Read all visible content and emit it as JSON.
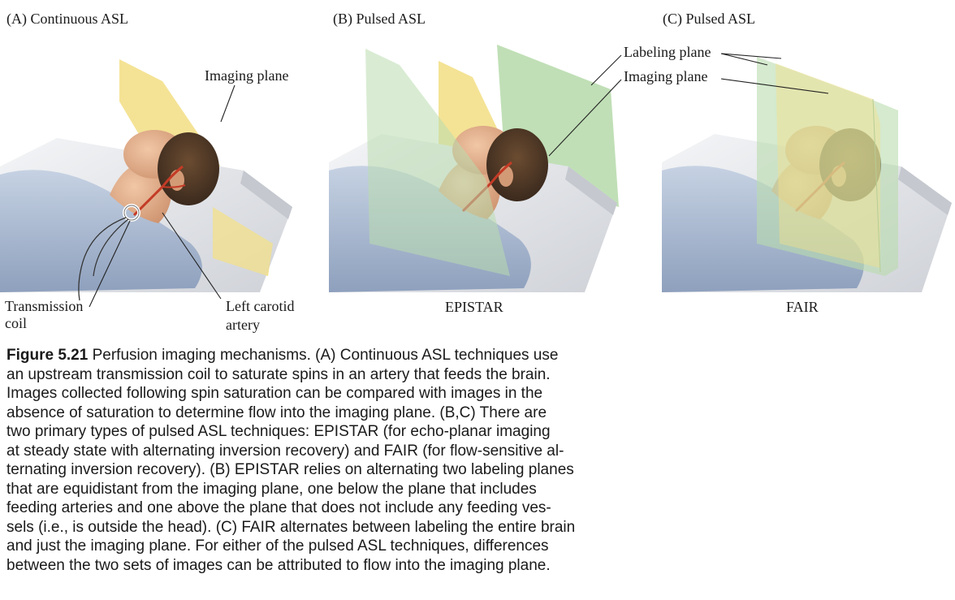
{
  "panels": [
    {
      "heading": "(A) Continuous ASL",
      "method": ""
    },
    {
      "heading": "(B) Pulsed ASL",
      "method": "EPISTAR"
    },
    {
      "heading": "(C) Pulsed ASL",
      "method": "FAIR"
    }
  ],
  "labels": {
    "imaging_plane_a": "Imaging plane",
    "transmission_coil": [
      "Transmission",
      "coil"
    ],
    "left_carotid_artery": [
      "Left carotid",
      "artery"
    ],
    "labeling_plane_c": "Labeling plane",
    "imaging_plane_c": "Imaging plane"
  },
  "caption": {
    "title": "Figure 5.21",
    "lines": [
      " Perfusion imaging mechanisms. (A) Continuous ASL techniques use",
      "an upstream transmission coil to saturate spins in an artery that feeds the brain.",
      "Images collected following spin saturation can be compared with images in the",
      "absence of saturation to determine flow into the imaging plane. (B,C) There are",
      "two primary types of pulsed ASL techniques: EPISTAR (for echo-planar imaging",
      "at steady state with alternating inversion recovery) and FAIR (for flow-sensitive al-",
      "ternating inversion recovery). (B) EPISTAR relies on alternating two labeling planes",
      "that are equidistant from the imaging plane, one below the plane that includes",
      "feeding arteries and one above the plane that does not include any feeding ves-",
      "sels (i.e., is outside the head). (C) FAIR alternates between labeling the entire brain",
      "and just the imaging plane. For either of the pulsed ASL techniques, differences",
      "between the two sets of images can be attributed to flow into the imaging plane."
    ]
  },
  "colors": {
    "imaging_plane": "#f3e08a",
    "labeling_plane": "#b9dcae",
    "skin": "#e7b38f",
    "hair": "#4a3523",
    "gown": "#a9b8cf",
    "table": "#e6e7ea",
    "artery": "#c43b26"
  }
}
